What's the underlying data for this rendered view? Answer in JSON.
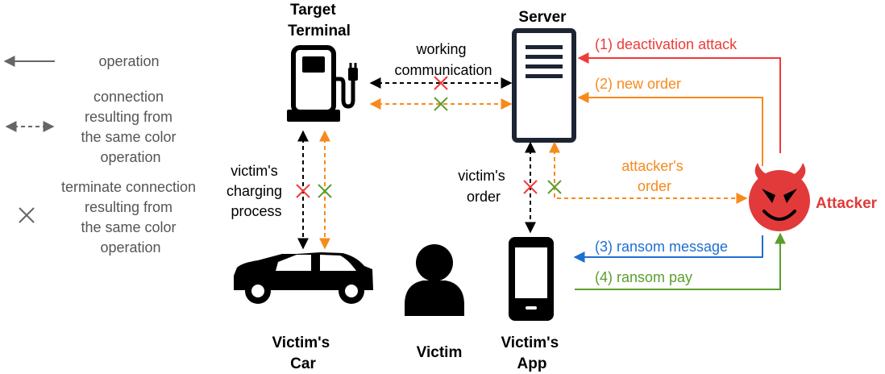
{
  "colors": {
    "black": "#000000",
    "red": "#ee3a3a",
    "orange": "#f78a1d",
    "green": "#5c9e2e",
    "blue": "#1f6fd1",
    "gray": "#666666",
    "legend_text": "#555555",
    "devil": "#e23a3a"
  },
  "legend": {
    "operation": "operation",
    "connection": [
      "connection",
      "resulting from",
      "the same color",
      "operation"
    ],
    "terminate": [
      "terminate connection",
      "resulting from",
      "the same color",
      "operation"
    ]
  },
  "nodes": {
    "target_terminal": [
      "Target",
      "Terminal"
    ],
    "server": "Server",
    "victim_car": [
      "Victim's",
      "Car"
    ],
    "victim": "Victim",
    "victim_app": [
      "Victim's",
      "App"
    ],
    "attacker": "Attacker"
  },
  "labels": {
    "working_communication": [
      "working",
      "communication"
    ],
    "charging_process": [
      "victim's",
      "charging",
      "process"
    ],
    "victims_order": [
      "victim's",
      "order"
    ],
    "attackers_order": [
      "attacker's",
      "order"
    ]
  },
  "operations": {
    "deactivation": "(1) deactivation attack",
    "new_order": "(2) new order",
    "ransom_message": "(3) ransom message",
    "ransom_pay": "(4) ransom pay"
  },
  "icons": [
    "fuel-pump-icon",
    "server-icon",
    "car-icon",
    "person-icon",
    "smartphone-icon",
    "devil-icon",
    "cross-mark-icon"
  ]
}
